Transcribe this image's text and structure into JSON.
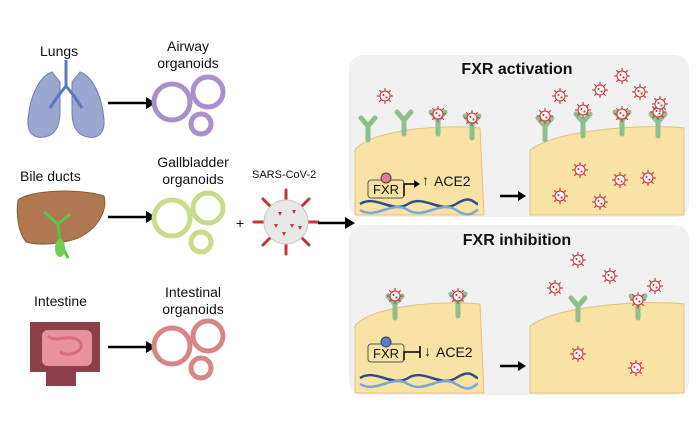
{
  "organs": [
    {
      "label": "Lungs",
      "organoid": [
        "Airway",
        "organoids"
      ],
      "color": "#a98fcc"
    },
    {
      "label": "Bile ducts",
      "organoid": [
        "Gallbladder",
        "organoids"
      ],
      "color": "#c9dc8a"
    },
    {
      "label": "Intestine",
      "organoid": [
        "Intestinal",
        "organoids"
      ],
      "color": "#d98585"
    }
  ],
  "plus": "+",
  "virus_label": "SARS-CoV-2",
  "panels": [
    {
      "title": "FXR activation",
      "fxr": "FXR",
      "ace2": "ACE2",
      "arrow": "↑",
      "ligand_color": "#e07f8a"
    },
    {
      "title": "FXR inhibition",
      "fxr": "FXR",
      "ace2": "ACE2",
      "arrow": "↓",
      "ligand_color": "#5b7fd6"
    }
  ],
  "colors": {
    "cell": "#f8e2a4",
    "cell_edge": "#e3c27a",
    "panel_bg": "#f1f1f1",
    "receptor": "#9dc39a",
    "virus_red": "#c8323c",
    "dna_a": "#2b4f8a",
    "dna_b": "#7aa6d8"
  }
}
